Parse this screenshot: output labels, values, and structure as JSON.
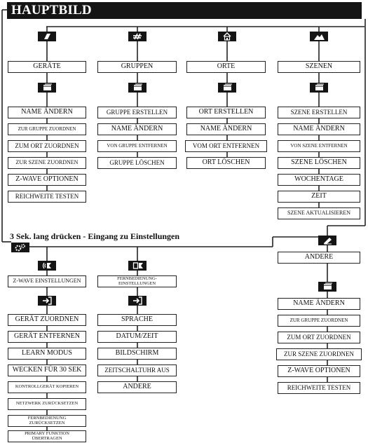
{
  "title": "HAUPTBILD",
  "columns": [
    {
      "header": "GERÄTE",
      "items": [
        "NAME ÄNDERN",
        "ZUR GRUPPE ZUORDNEN",
        "ZUM ORT ZUORDNEN",
        "ZUR SZENE ZUORDNEN",
        "Z-WAVE OPTIONEN",
        "REICHWEITE TESTEN"
      ]
    },
    {
      "header": "GRUPPEN",
      "items": [
        "GRUPPE ERSTELLEN",
        "NAME ÄNDERN",
        "VON GRUPPE ENTFERNEN",
        "GRUPPE LÖSCHEN"
      ]
    },
    {
      "header": "ORTE",
      "items": [
        "ORT ERSTELLEN",
        "NAME ÄNDERN",
        "VOM ORT ENTFERNEN",
        "ORT LÖSCHEN"
      ]
    },
    {
      "header": "SZENEN",
      "items": [
        "SZENE ERSTELLEN",
        "NAME ÄNDERN",
        "VON SZENE ENTFERNEN",
        "SZENE LÖSCHEN",
        "WOCHENTAGE",
        "ZEIT",
        "SZENE AKTUALISIEREN"
      ]
    }
  ],
  "settings_heading": "3 Sek. lang drücken - Eingang zu Einstellungen",
  "zwave": {
    "header": "Z-WAVE EINSTELLUNGEN",
    "items": [
      "GERÄT ZUORDNEN",
      "GERÄT ENTFERNEN",
      "LEARN MODUS",
      "WECKEN FÜR 30 SEK",
      "KONTROLLGERÄT KOPIEREN",
      "NETZWERK ZURÜCKSETZEN",
      "FERNBEDIENUNG ZURÜCKSETZEN",
      "PRIMARY FUNKTION ÜBERTRAGEN"
    ]
  },
  "remote": {
    "header": "FERNBEDIENUNG-EINSTELLUNGEN",
    "items": [
      "SPRACHE",
      "DATUM/ZEIT",
      "BILDSCHIRM",
      "ZEITSCHALTUHR AUS",
      "ANDERE"
    ]
  },
  "andere": {
    "header": "ANDERE",
    "items": [
      "NAME ÄNDERN",
      "ZUR GRUPPE ZUORDNEN",
      "ZUM ORT ZUORDNEN",
      "ZUR SZENE ZUORDNEN",
      "Z-WAVE OPTIONEN",
      "REICHWEITE TESTEN"
    ]
  },
  "icons": {
    "devices": "device-slash-icon",
    "groups": "group-slashes-icon",
    "rooms": "house-icon",
    "scenes": "mountain-icon",
    "menu": "menu-card-icon",
    "settings": "gear-icon",
    "zwave": "zwave-signal-icon",
    "remote": "remote-device-icon",
    "enter": "enter-arrow-icon",
    "other": "pen-other-icon"
  }
}
